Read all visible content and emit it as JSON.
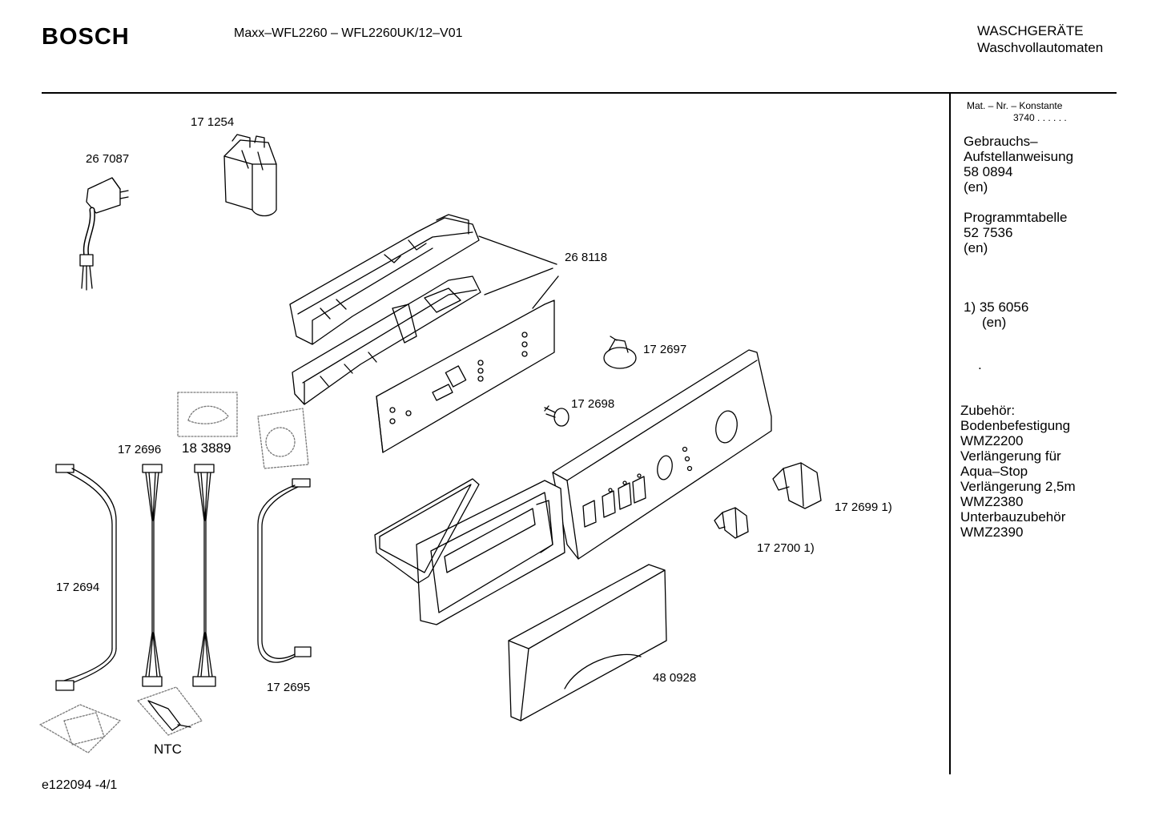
{
  "header": {
    "brand": "BOSCH",
    "model": "Maxx–WFL2260 – WFL2260UK/12–V01",
    "category_line1": "WASCHGERÄTE",
    "category_line2": "Waschvollautomaten"
  },
  "sidebar": {
    "mat_label": "Mat. – Nr. – Konstante",
    "mat_value": "3740 .  .  .  .  .  .",
    "manual_line1": "Gebrauchs–",
    "manual_line2": "Aufstellanweisung",
    "manual_number": "58 0894",
    "manual_lang": "(en)",
    "program_label": "Programmtabelle",
    "program_number": "52 7536",
    "program_lang": "(en)",
    "note_number": "1)  35 6056",
    "note_lang": "(en)",
    "dot": ".",
    "accessories_title": "Zubehör:",
    "accessories": [
      "Bodenbefestigung",
      "WMZ2200",
      "Verlängerung für",
      "Aqua–Stop",
      "Verlängerung 2,5m",
      "WMZ2380",
      "Unterbauzubehör",
      "WMZ2390"
    ]
  },
  "parts": {
    "p171254": "17 1254",
    "p267087": "26 7087",
    "p268118": "26 8118",
    "p172697": "17 2697",
    "p172698": "17 2698",
    "p172696": "17 2696",
    "p183889": "18 3889",
    "p172699": "17 2699 1)",
    "p172700": "17 2700 1)",
    "p172694": "17 2694",
    "p172695": "17 2695",
    "p480928": "48 0928",
    "ntc": "NTC"
  },
  "footer": {
    "code": "e122094 -4/1"
  }
}
